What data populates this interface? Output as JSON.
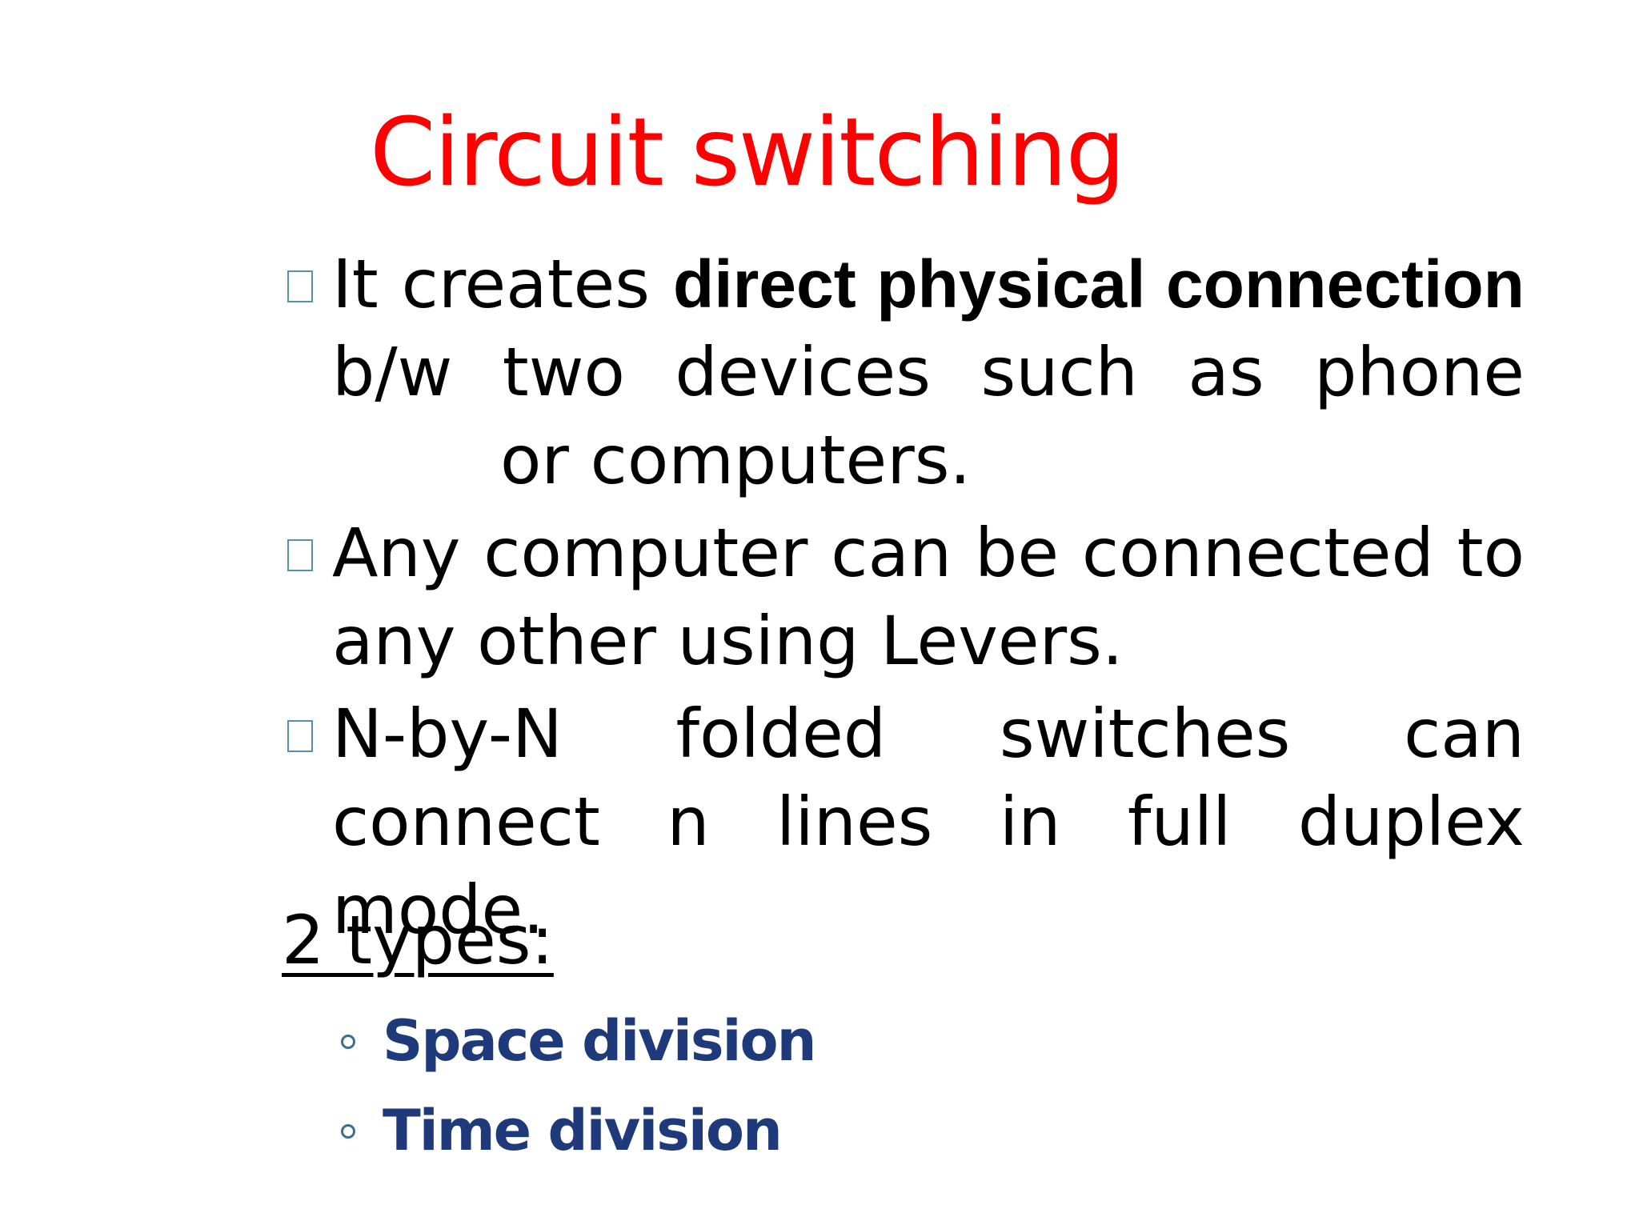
{
  "slide": {
    "title": "Circuit switching",
    "bullets": [
      {
        "parts": [
          {
            "text": "It creates ",
            "bold": false
          },
          {
            "text": "direct physical connection",
            "bold": true
          },
          {
            "text": " b/w two devices such as phone",
            "bold": false
          },
          {
            "text": "or computers.",
            "bold": false
          }
        ]
      },
      {
        "text": "Any computer can be connected to any other using Levers."
      },
      {
        "text": "N-by-N folded switches can connect n lines in full duplex mode."
      }
    ],
    "types_heading": "2 types:",
    "types": [
      "Space division",
      "Time division"
    ]
  },
  "colors": {
    "title": "#ff0000",
    "body_text": "#000000",
    "subitem_text": "#1f3a7a",
    "marker_border": "#5a8fa8"
  }
}
